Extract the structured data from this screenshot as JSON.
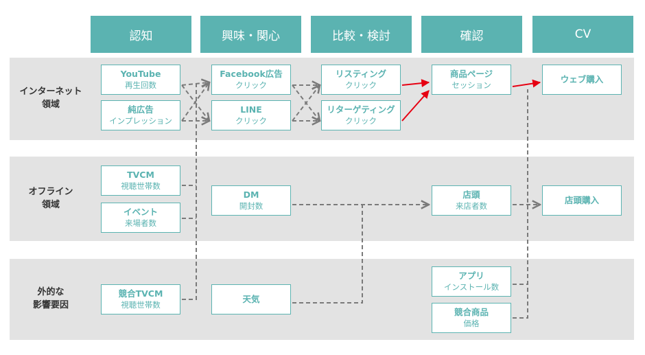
{
  "stages": [
    "認知",
    "興味・関心",
    "比較・検討",
    "確認",
    "CV"
  ],
  "rows": {
    "internet": "インターネット\n領域",
    "offline": "オフライン\n領域",
    "external": "外的な\n影響要因"
  },
  "nodes": {
    "youtube": {
      "title": "YouTube",
      "sub": "再生回数"
    },
    "pure_ad": {
      "title": "純広告",
      "sub": "インプレッション"
    },
    "facebook": {
      "title": "Facebook広告",
      "sub": "クリック"
    },
    "line": {
      "title": "LINE",
      "sub": "クリック"
    },
    "listing": {
      "title": "リスティング",
      "sub": "クリック"
    },
    "retargeting": {
      "title": "リターゲティング",
      "sub": "クリック"
    },
    "product_page": {
      "title": "商品ページ",
      "sub": "セッション"
    },
    "web_purchase": {
      "title": "ウェブ購入",
      "sub": ""
    },
    "tvcm": {
      "title": "TVCM",
      "sub": "視聴世帯数"
    },
    "event": {
      "title": "イベント",
      "sub": "来場者数"
    },
    "dm": {
      "title": "DM",
      "sub": "開封数"
    },
    "storefront": {
      "title": "店頭",
      "sub": "来店者数"
    },
    "store_purchase": {
      "title": "店頭購入",
      "sub": ""
    },
    "competitor_tvcm": {
      "title": "競合TVCM",
      "sub": "視聴世帯数"
    },
    "weather": {
      "title": "天気",
      "sub": ""
    },
    "app": {
      "title": "アプリ",
      "sub": "インストール数"
    },
    "competitor_price": {
      "title": "競合商品",
      "sub": "価格"
    }
  },
  "colors": {
    "accent": "#5bb3b1",
    "band": "#e3e3e3",
    "dashed_connector": "#7a7a7a",
    "highlight_arrow": "#e60012"
  }
}
